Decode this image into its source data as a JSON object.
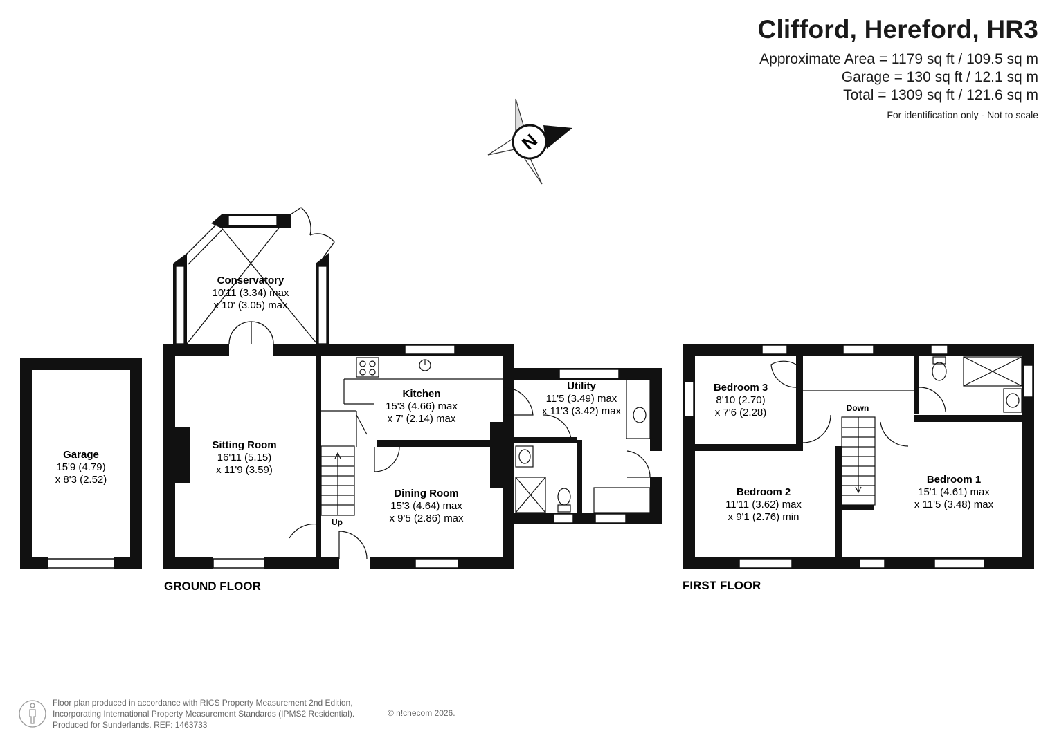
{
  "header": {
    "title": "Clifford, Hereford, HR3",
    "approx_area": "Approximate Area = 1179 sq ft / 109.5 sq m",
    "garage_area": "Garage = 130 sq ft / 12.1 sq m",
    "total_area": "Total = 1309 sq ft / 121.6 sq m",
    "note": "For identification only - Not to scale"
  },
  "compass": {
    "label": "N"
  },
  "floors": {
    "ground": "GROUND FLOOR",
    "first": "FIRST FLOOR"
  },
  "rooms": {
    "garage": {
      "name": "Garage",
      "dim1": "15'9 (4.79)",
      "dim2": "x 8'3 (2.52)"
    },
    "conservatory": {
      "name": "Conservatory",
      "dim1": "10'11 (3.34) max",
      "dim2": "x 10' (3.05) max"
    },
    "sitting": {
      "name": "Sitting Room",
      "dim1": "16'11 (5.15)",
      "dim2": "x 11'9 (3.59)"
    },
    "kitchen": {
      "name": "Kitchen",
      "dim1": "15'3 (4.66) max",
      "dim2": "x 7' (2.14) max"
    },
    "utility": {
      "name": "Utility",
      "dim1": "11'5 (3.49) max",
      "dim2": "x 11'3 (3.42) max"
    },
    "dining": {
      "name": "Dining Room",
      "dim1": "15'3 (4.64) max",
      "dim2": "x 9'5 (2.86) max"
    },
    "bedroom3": {
      "name": "Bedroom 3",
      "dim1": "8'10 (2.70)",
      "dim2": "x 7'6 (2.28)"
    },
    "bedroom2": {
      "name": "Bedroom 2",
      "dim1": "11'11 (3.62) max",
      "dim2": "x 9'1 (2.76) min"
    },
    "bedroom1": {
      "name": "Bedroom 1",
      "dim1": "15'1 (4.61) max",
      "dim2": "x 11'5 (3.48) max"
    }
  },
  "stairs": {
    "up": "Up",
    "down": "Down"
  },
  "footer": {
    "line1": "Floor plan produced in accordance with RICS Property Measurement 2nd Edition,",
    "line2": "Incorporating International Property Measurement Standards (IPMS2 Residential).",
    "line3": "Produced for Sunderlands.   REF: 1463733",
    "copyright": "© n!checom 2026."
  }
}
